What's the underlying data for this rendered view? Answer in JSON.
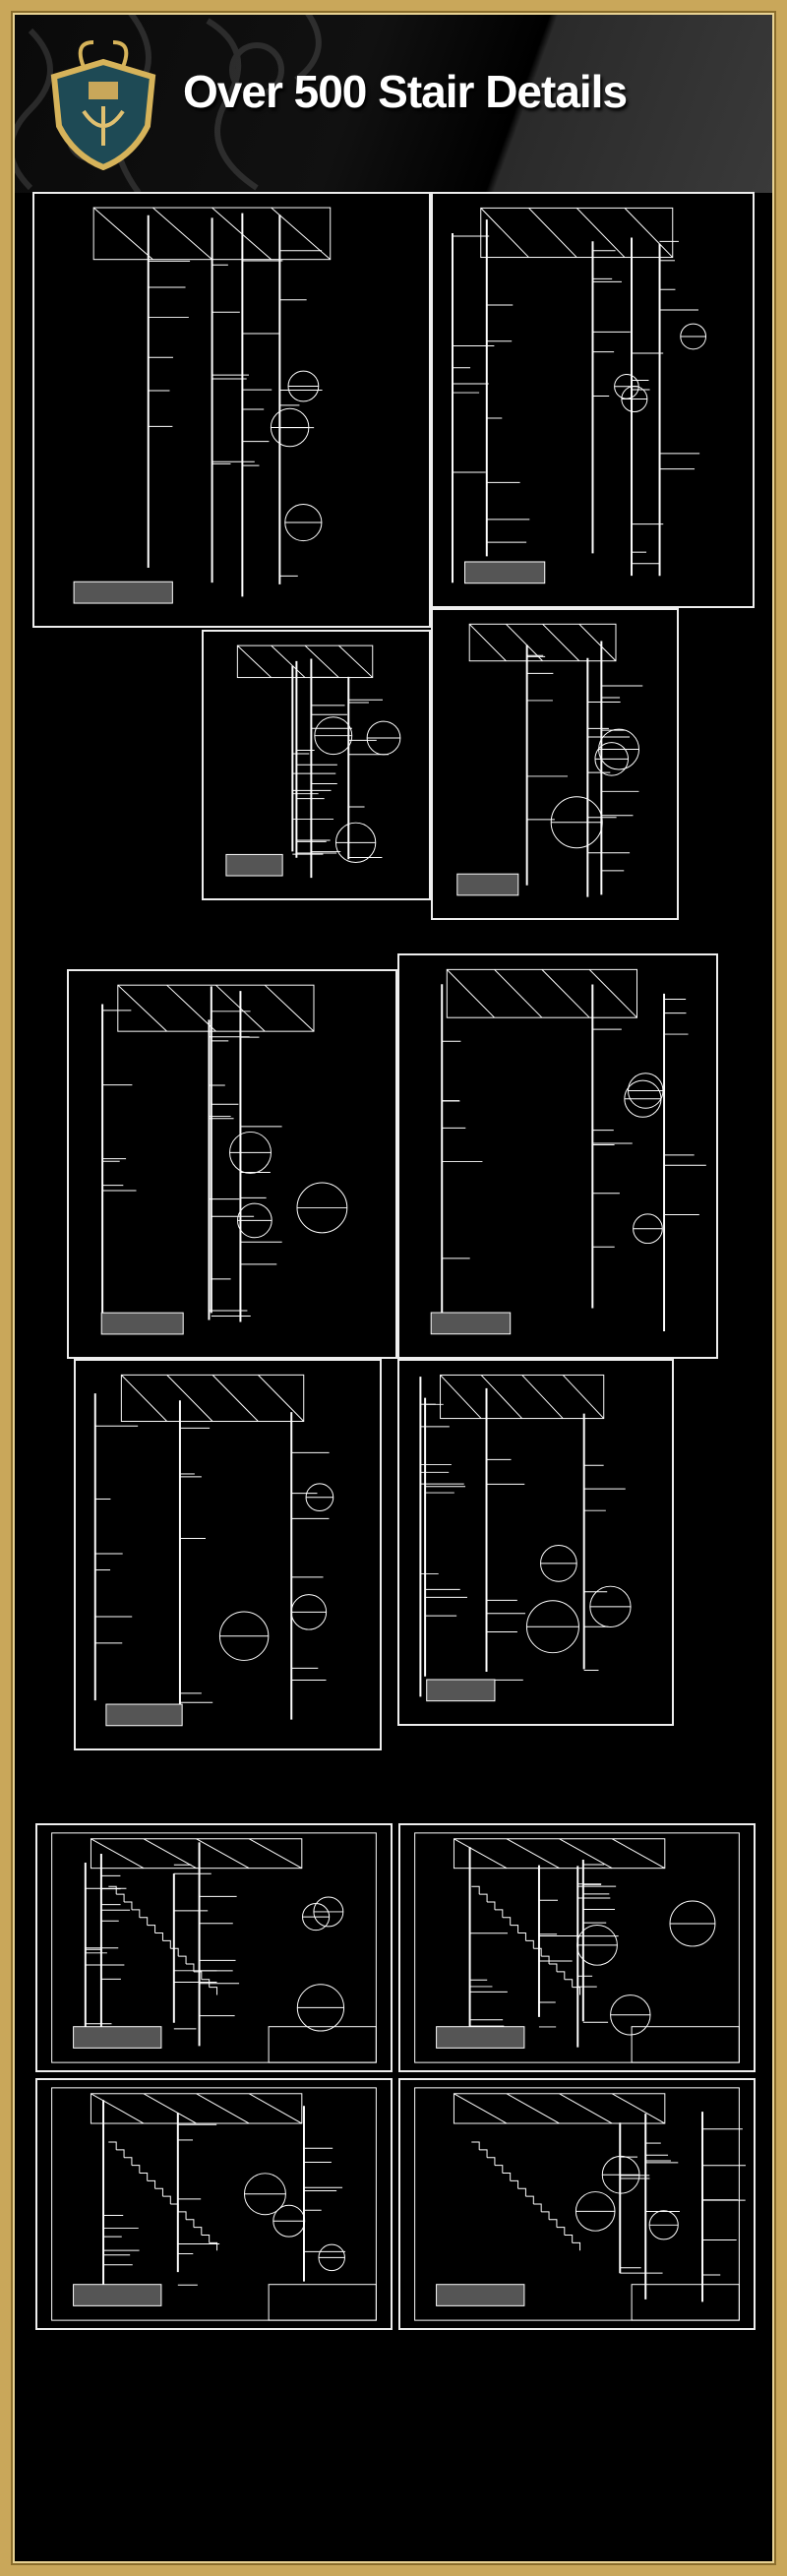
{
  "header": {
    "title": "Over 500 Stair Details",
    "logo": "crest-shield-logo"
  },
  "colors": {
    "frame": "#c9a75a",
    "background": "#000000",
    "lines": "#ffffff"
  },
  "panels": [
    {
      "id": "railing-detail-1"
    },
    {
      "id": "railing-detail-2"
    },
    {
      "id": "railing-detail-3"
    },
    {
      "id": "railing-detail-4"
    },
    {
      "id": "railing-detail-5"
    },
    {
      "id": "railing-detail-6"
    },
    {
      "id": "railing-detail-7"
    },
    {
      "id": "railing-detail-8"
    },
    {
      "id": "spiral-stair-1"
    },
    {
      "id": "spiral-stair-2"
    },
    {
      "id": "spiral-stair-3"
    },
    {
      "id": "spiral-stair-4"
    }
  ]
}
